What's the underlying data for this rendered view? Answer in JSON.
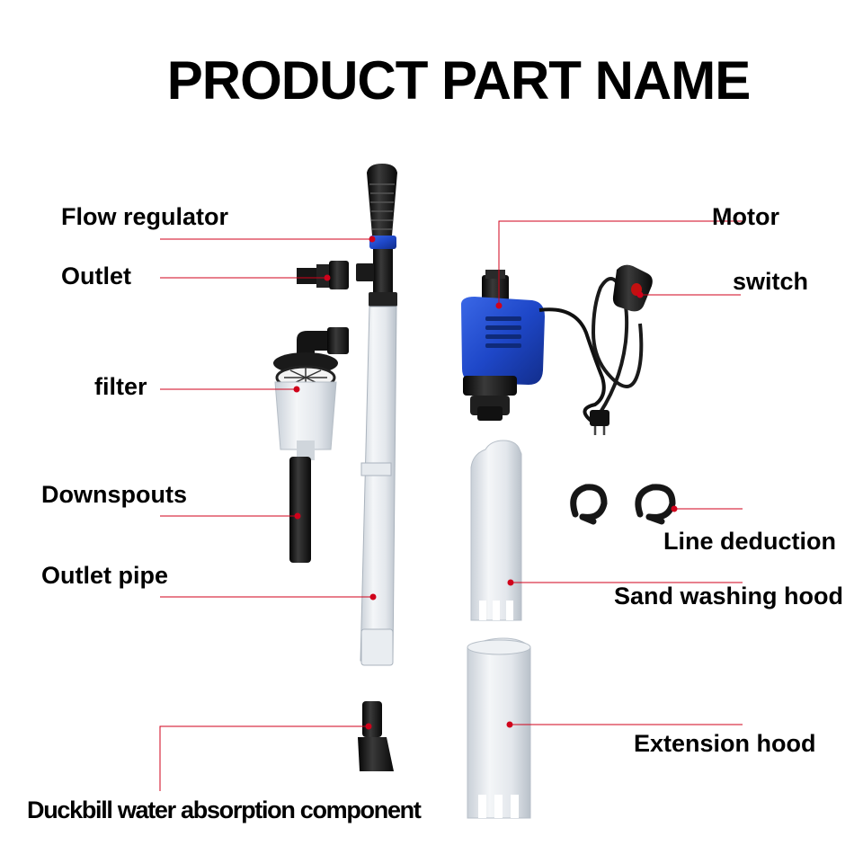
{
  "title": "PRODUCT PART NAME",
  "colors": {
    "leader": "#d0021b",
    "pump_blue": "#1e47c8",
    "black_part": "#161616",
    "clear_part": "#dde3ea"
  },
  "labels": {
    "flow_regulator": "Flow regulator",
    "outlet": "Outlet",
    "filter": "filter",
    "downspouts": "Downspouts",
    "outlet_pipe": "Outlet pipe",
    "duckbill": "Duckbill water absorption component",
    "motor": "Motor",
    "switch": "switch",
    "line_deduction": "Line deduction",
    "sand_washing_hood": "Sand washing hood",
    "extension_hood": "Extension hood"
  },
  "icons": {
    "motor": "pump-motor-icon",
    "switch": "inline-switch-cord-icon",
    "handle": "pipe-handle-icon",
    "filter": "filter-cup-icon",
    "clips": "hose-clip-icon",
    "duckbill": "duckbill-nozzle-icon"
  }
}
